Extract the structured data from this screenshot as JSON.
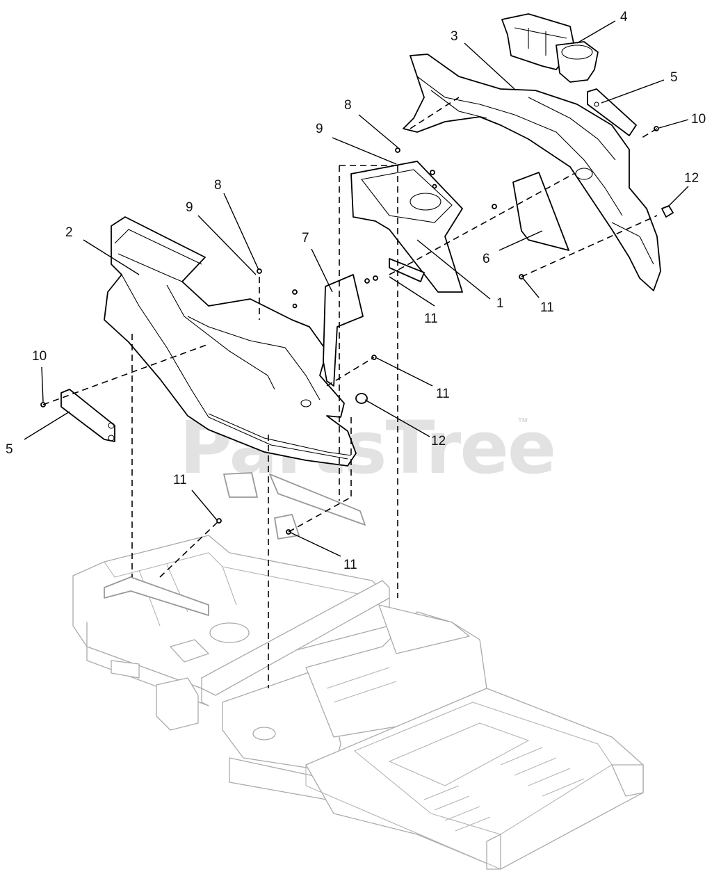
{
  "watermark": {
    "text": "PartsTree",
    "trademark": "™"
  },
  "callouts": [
    {
      "id": "c1",
      "text": "1"
    },
    {
      "id": "c2",
      "text": "2"
    },
    {
      "id": "c3",
      "text": "3"
    },
    {
      "id": "c4",
      "text": "4"
    },
    {
      "id": "c5a",
      "text": "5"
    },
    {
      "id": "c5b",
      "text": "5"
    },
    {
      "id": "c6",
      "text": "6"
    },
    {
      "id": "c7",
      "text": "7"
    },
    {
      "id": "c8a",
      "text": "8"
    },
    {
      "id": "c8b",
      "text": "8"
    },
    {
      "id": "c9a",
      "text": "9"
    },
    {
      "id": "c9b",
      "text": "9"
    },
    {
      "id": "c10a",
      "text": "10"
    },
    {
      "id": "c10b",
      "text": "10"
    },
    {
      "id": "c11a",
      "text": "11"
    },
    {
      "id": "c11b",
      "text": "11"
    },
    {
      "id": "c11c",
      "text": "11"
    },
    {
      "id": "c11d",
      "text": "11"
    },
    {
      "id": "c11e",
      "text": "11"
    },
    {
      "id": "c12a",
      "text": "12"
    },
    {
      "id": "c12b",
      "text": "12"
    }
  ]
}
